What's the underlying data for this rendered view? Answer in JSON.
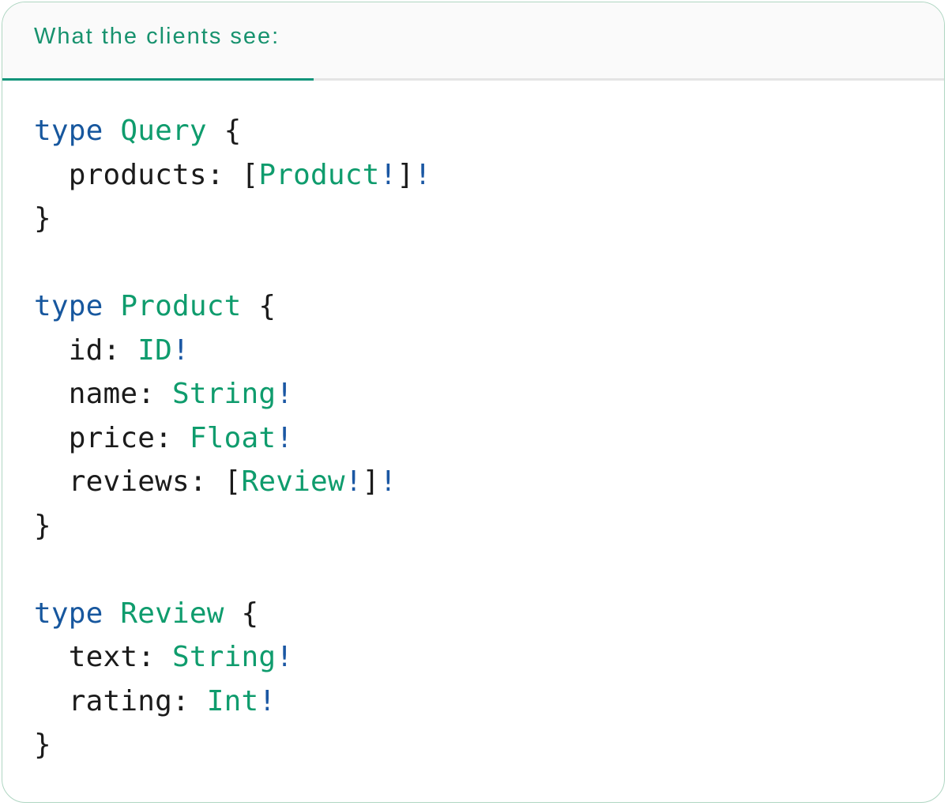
{
  "colors": {
    "card_border": "#afd6c2",
    "header_bg": "#fafafa",
    "header_line": "#e4e4e4",
    "tab_text": "#17926e",
    "tab_underline": "#11947a",
    "code_plain": "#1b1b1b",
    "code_keyword": "#17579e",
    "code_typename": "#0f9c6d",
    "code_bang": "#1a57a3"
  },
  "tab": {
    "label": "What the clients see:"
  },
  "code": {
    "lines": [
      {
        "tokens": [
          [
            "keyword",
            "type"
          ],
          [
            "plain",
            " "
          ],
          [
            "typename",
            "Query"
          ],
          [
            "plain",
            " {"
          ]
        ]
      },
      {
        "tokens": [
          [
            "plain",
            "  products: ["
          ],
          [
            "typename",
            "Product"
          ],
          [
            "bang",
            "!"
          ],
          [
            "plain",
            "]"
          ],
          [
            "bang",
            "!"
          ]
        ]
      },
      {
        "tokens": [
          [
            "plain",
            "}"
          ]
        ]
      },
      {
        "tokens": []
      },
      {
        "tokens": [
          [
            "keyword",
            "type"
          ],
          [
            "plain",
            " "
          ],
          [
            "typename",
            "Product"
          ],
          [
            "plain",
            " {"
          ]
        ]
      },
      {
        "tokens": [
          [
            "plain",
            "  id: "
          ],
          [
            "typename",
            "ID"
          ],
          [
            "bang",
            "!"
          ]
        ]
      },
      {
        "tokens": [
          [
            "plain",
            "  name: "
          ],
          [
            "typename",
            "String"
          ],
          [
            "bang",
            "!"
          ]
        ]
      },
      {
        "tokens": [
          [
            "plain",
            "  price: "
          ],
          [
            "typename",
            "Float"
          ],
          [
            "bang",
            "!"
          ]
        ]
      },
      {
        "tokens": [
          [
            "plain",
            "  reviews: ["
          ],
          [
            "typename",
            "Review"
          ],
          [
            "bang",
            "!"
          ],
          [
            "plain",
            "]"
          ],
          [
            "bang",
            "!"
          ]
        ]
      },
      {
        "tokens": [
          [
            "plain",
            "}"
          ]
        ]
      },
      {
        "tokens": []
      },
      {
        "tokens": [
          [
            "keyword",
            "type"
          ],
          [
            "plain",
            " "
          ],
          [
            "typename",
            "Review"
          ],
          [
            "plain",
            " {"
          ]
        ]
      },
      {
        "tokens": [
          [
            "plain",
            "  text: "
          ],
          [
            "typename",
            "String"
          ],
          [
            "bang",
            "!"
          ]
        ]
      },
      {
        "tokens": [
          [
            "plain",
            "  rating: "
          ],
          [
            "typename",
            "Int"
          ],
          [
            "bang",
            "!"
          ]
        ]
      },
      {
        "tokens": [
          [
            "plain",
            "}"
          ]
        ]
      }
    ]
  }
}
